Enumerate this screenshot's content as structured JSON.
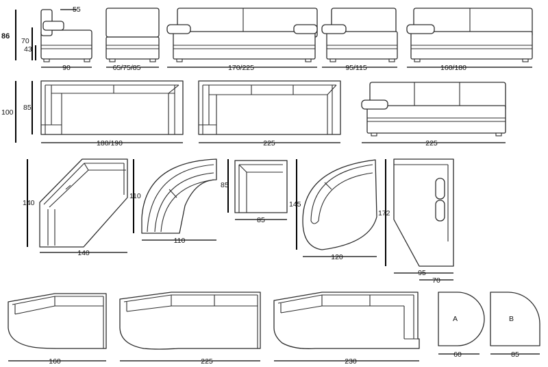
{
  "colors": {
    "line": "#2b2b2b",
    "dimension": "#000000",
    "background": "#ffffff"
  },
  "row1": {
    "height_total": "86",
    "height_back": "70",
    "height_seat": "43",
    "armrest_width": "55",
    "widths": [
      "90",
      "65/75/85",
      "170/225",
      "95/115",
      "160/180"
    ]
  },
  "row2": {
    "height_total": "100",
    "depth": "85",
    "widths": [
      "180/190",
      "225",
      "225"
    ]
  },
  "row3": {
    "corner_height": "140",
    "corner_width": "140",
    "curve_height": "110",
    "curve_width": "110",
    "square_height": "85",
    "square_width": "85",
    "round_height": "145",
    "round_width": "120",
    "chaise_height": "172",
    "chaise_width": "95",
    "chaise_seat_width": "70"
  },
  "row4": {
    "widths": [
      "160",
      "225",
      "230"
    ],
    "table_a_label": "A",
    "table_a_width": "60",
    "table_b_label": "B",
    "table_b_width": "85"
  }
}
